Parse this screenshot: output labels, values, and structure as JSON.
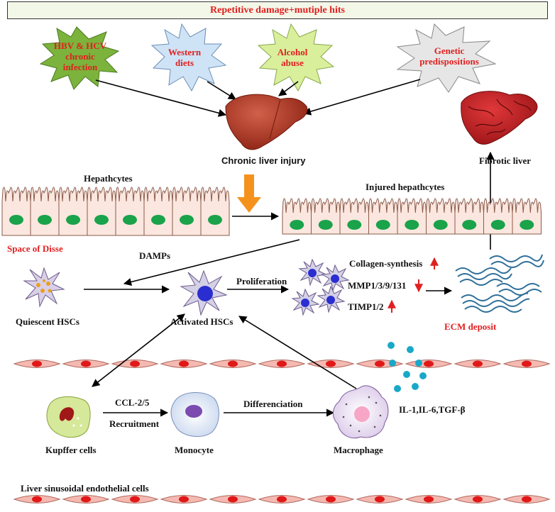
{
  "banner": "Repetitive damage+mutiple hits",
  "factors": [
    "HBV & HCV chronic infection",
    "Western diets",
    "Alcohol abuse",
    "Genetic predispositions"
  ],
  "labels": {
    "chronic_liver_injury": "Chronic liver injury",
    "fibrotic_liver": "Fibrotic liver",
    "hepatocytes": "Hepathcytes",
    "injured_hepatocytes": "Injured hepathcytes",
    "space_of_disse": "Space of Disse",
    "damps": "DAMPs",
    "quiescent_hscs": "Quiescent HSCs",
    "activated_hscs": "Activated HSCs",
    "proliferation": "Proliferation",
    "collagen_synthesis": "Collagen-synthesis",
    "mmp": "MMP1/3/9/131",
    "timp": "TIMP1/2",
    "ecm_deposit": "ECM deposit",
    "kupffer_cells": "Kupffer cells",
    "ccl": "CCL-2/5",
    "recruitment": "Recruitment",
    "monocyte": "Monocyte",
    "differenciation": "Differenciation",
    "macrophage": "Macrophage",
    "cytokines": "IL-1,IL-6,TGF-β",
    "lsec": "Liver sinusoidal endothelial cells"
  },
  "colors": {
    "banner_text": "#e02020",
    "hbv_star": "#7bb33c",
    "western_star": "#cfe3f6",
    "alcohol_star": "#d9ef9c",
    "genetic_star": "#e4e4e4",
    "liver": "#b33a24",
    "hepatocyte_nucleus": "#1aa34a",
    "endothelial": "#f4b9b1",
    "endothelial_nucleus": "#e01818",
    "ecm": "#2e6f99",
    "orange_arrow": "#f5921e"
  }
}
